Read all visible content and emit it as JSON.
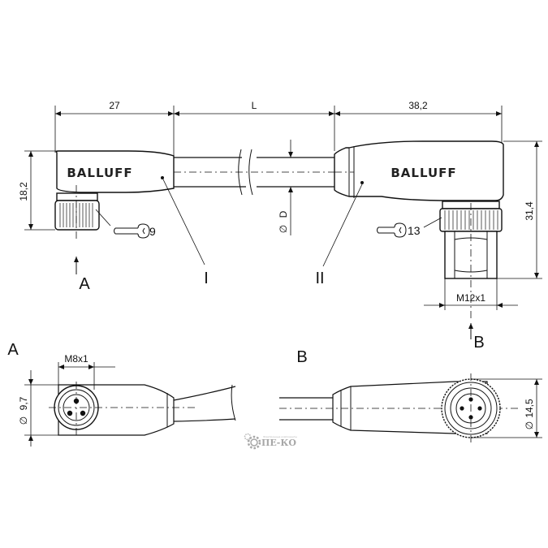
{
  "dimensions": {
    "left_connector_length": "27",
    "cable_length": "L",
    "right_connector_length": "38,2",
    "left_connector_height": "18,2",
    "right_connector_height": "31,4",
    "cable_diameter": "D",
    "right_thread": "M12x1",
    "left_thread": "M8x1",
    "left_face_diameter": "9,7",
    "right_face_diameter": "14,5"
  },
  "diameter_symbol": "∅",
  "brand": "BALLUFF",
  "wrench_sizes": {
    "left": "9",
    "right": "13"
  },
  "view_arrows": {
    "left": "A",
    "right": "B"
  },
  "section_titles": {
    "left": "A",
    "right": "B"
  },
  "end_markers": {
    "left": "I",
    "right": "II"
  },
  "watermark": {
    "name": "ПЕ-КО",
    "tagline": "Электронные компоненты"
  },
  "colors": {
    "line": "#111111",
    "background": "#ffffff",
    "watermark": "#8a8a8a"
  }
}
